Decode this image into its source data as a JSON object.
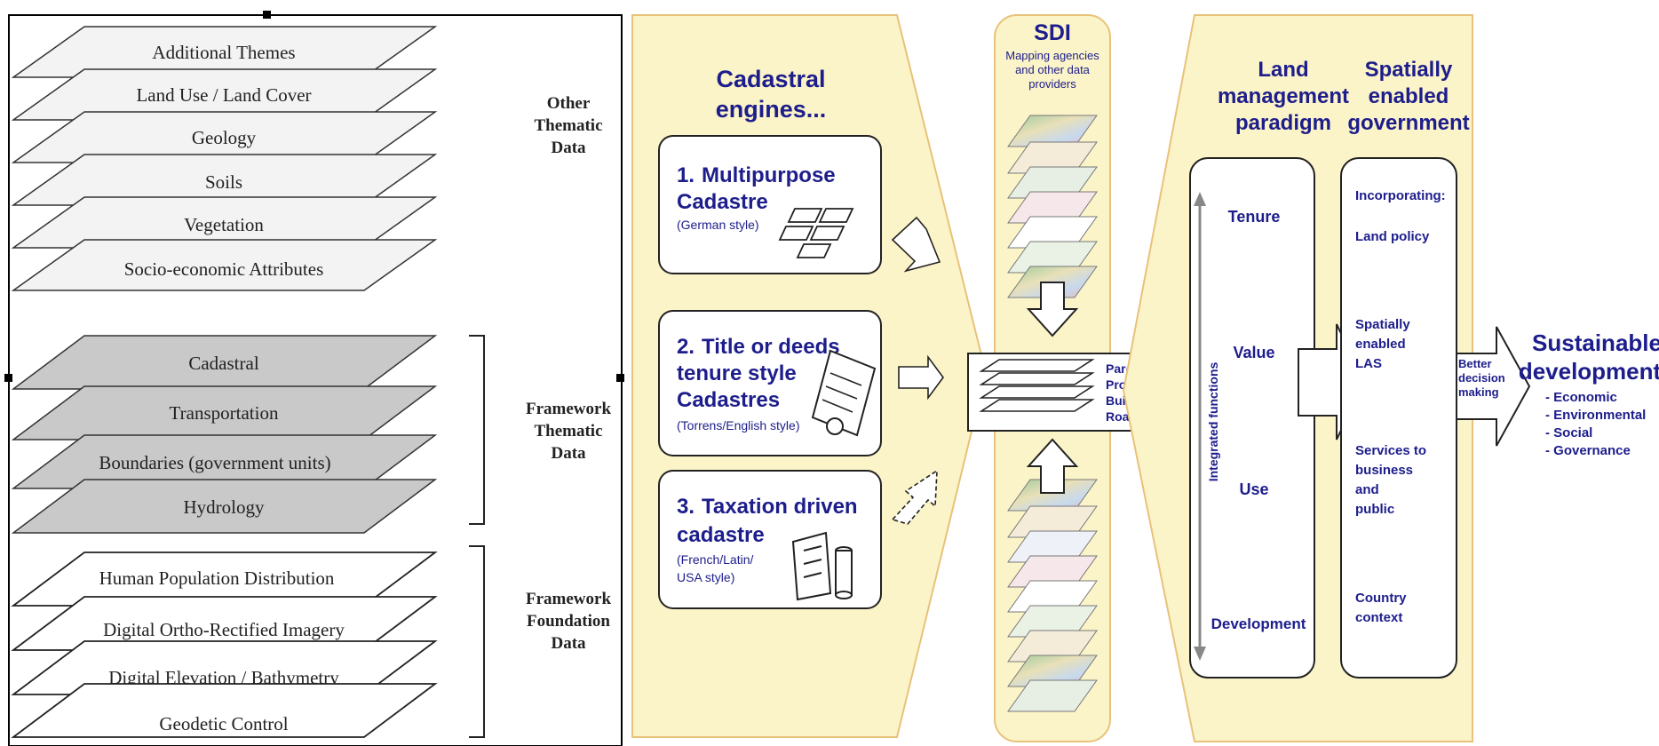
{
  "layers": {
    "other_thematic": [
      "Additional Themes",
      "Land Use / Land Cover",
      "Geology",
      "Soils",
      "Vegetation",
      "Socio-economic Attributes"
    ],
    "framework_thematic": [
      "Cadastral",
      "Transportation",
      "Boundaries (government units)",
      "Hydrology"
    ],
    "framework_foundation": [
      "Human Population Distribution",
      "Digital Ortho-Rectified Imagery",
      "Digital Elevation / Bathymetry",
      "Geodetic Control"
    ]
  },
  "groups": {
    "other": [
      "Other",
      "Thematic",
      "Data"
    ],
    "thematic": [
      "Framework",
      "Thematic",
      "Data"
    ],
    "foundation": [
      "Framework",
      "Foundation",
      "Data"
    ]
  },
  "cadastral": {
    "title": [
      "Cadastral",
      "engines..."
    ],
    "box1": {
      "num": "1.",
      "lines": [
        "Multipurpose",
        "Cadastre"
      ],
      "style": "(German style)"
    },
    "box2": {
      "num": "2.",
      "lines": [
        "Title or deeds",
        "tenure style",
        "Cadastres"
      ],
      "style": "(Torrens/English style)"
    },
    "box3": {
      "num": "3.",
      "lines": [
        "Taxation driven",
        "cadastre"
      ],
      "style": [
        "(French/Latin/",
        "USA style)"
      ]
    }
  },
  "sdi": {
    "title": "SDI",
    "subtitle": [
      "Mapping agencies",
      "and other data",
      "providers"
    ],
    "layers_list": [
      "Parcels",
      "Properties",
      "Buildings",
      "Roads"
    ]
  },
  "land_management": {
    "title": [
      "Land",
      "management",
      "paradigm"
    ],
    "items": [
      "Tenure",
      "Value",
      "Use",
      "Development"
    ],
    "vertical_label": "Integrated functions"
  },
  "government": {
    "title": [
      "Spatially",
      "enabled",
      "government"
    ],
    "items": [
      [
        "Incorporating:"
      ],
      [
        "Land policy"
      ],
      [
        "Spatially",
        "enabled",
        "LAS"
      ],
      [
        "Services to",
        "business",
        "and",
        "public"
      ],
      [
        "Country",
        "context"
      ]
    ]
  },
  "decision": [
    "Better",
    "decision",
    "making"
  ],
  "sustainable": {
    "title": [
      "Sustainable",
      "development"
    ],
    "items": [
      "- Economic",
      "- Environmental",
      "- Social",
      "- Governance"
    ]
  },
  "colors": {
    "panel": "#fbf4c8",
    "panel_border": "#e8c27a",
    "text_blue": "#1d1d8c",
    "layer_light": "#f3f3f3",
    "layer_dark": "#c9c9c9"
  }
}
